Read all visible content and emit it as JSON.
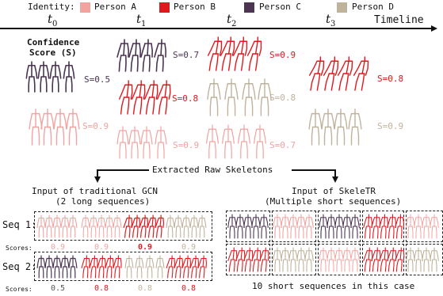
{
  "legend": {
    "title": "Identity:",
    "persons": [
      {
        "name": "Person A",
        "color": "#f2a3a0"
      },
      {
        "name": "Person B",
        "color": "#e0191d"
      },
      {
        "name": "Person C",
        "color": "#4b3552"
      },
      {
        "name": "Person D",
        "color": "#bfb39c"
      }
    ]
  },
  "timeline": {
    "label": "Timeline",
    "steps": [
      {
        "t": "t",
        "sub": "0"
      },
      {
        "t": "t",
        "sub": "1"
      },
      {
        "t": "t",
        "sub": "2"
      },
      {
        "t": "t",
        "sub": "3"
      }
    ]
  },
  "confidence_label": [
    "Confidence",
    "Score (S)"
  ],
  "score_labels": [
    {
      "text": "S=0.5",
      "color": "#4b3552"
    },
    {
      "text": "S=0.9",
      "color": "#f2a3a0"
    },
    {
      "text": "S=0.7",
      "color": "#4b3552"
    },
    {
      "text": "S=0.8",
      "color": "#e0191d"
    },
    {
      "text": "S=0.9",
      "color": "#f2a3a0"
    },
    {
      "text": "S=0.9",
      "color": "#e0191d"
    },
    {
      "text": "S=0.8",
      "color": "#bfb39c"
    },
    {
      "text": "S=0.7",
      "color": "#f2a3a0"
    },
    {
      "text": "S=0.8",
      "color": "#e0191d"
    },
    {
      "text": "S=0.9",
      "color": "#bfb39c"
    }
  ],
  "extract_label": "Extracted Raw Skeletons",
  "gcn": {
    "title": [
      "Input of traditional GCN",
      "(2 long sequences)"
    ],
    "seq1_label": "Seq 1:",
    "seq2_label": "Seq 2:",
    "scores_label": "Scores:",
    "seq1_scores": [
      "0.9",
      "0.9",
      "0.9",
      "0.9"
    ],
    "seq2_scores": [
      "0.5",
      "0.8",
      "0.8",
      "0.8"
    ]
  },
  "skeletr": {
    "title": [
      "Input of SkeleTR",
      "(Multiple short sequences)"
    ],
    "caption": "10 short sequences in this case"
  }
}
